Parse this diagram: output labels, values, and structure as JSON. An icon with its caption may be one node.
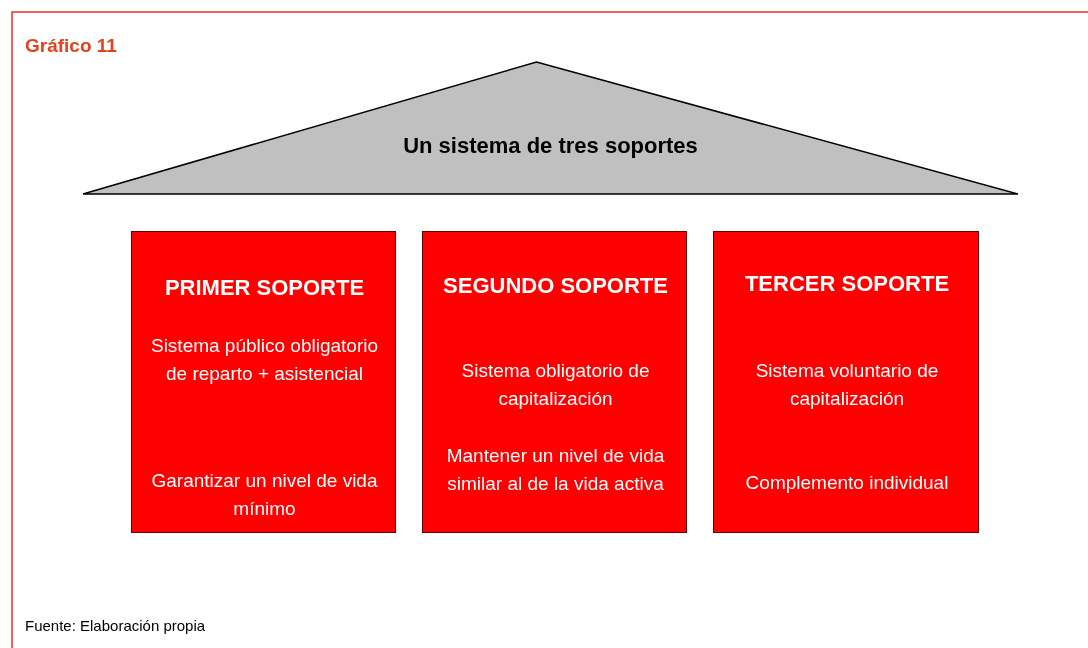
{
  "diagram": {
    "title": "Gráfico 11",
    "nodes": [
      {
        "text": [
          "Un sistema de tres soportes"
        ]
      },
      {
        "text": [
          "PRIMER SOPORTE",
          "Sistema público obligatorio de reparto + asistencial",
          "Garantizar un nivel de vida mínimo"
        ]
      },
      {
        "text": [
          "SEGUNDO SOPORTE",
          "Sistema obligatorio de capitalización",
          "Mantener un nivel de vida similar al de la vida activa"
        ]
      },
      {
        "text": [
          "TERCER SOPORTE",
          "Sistema voluntario de capitalización",
          "Complemento individual"
        ]
      }
    ],
    "caption": "Fuente: Elaboración propia"
  }
}
